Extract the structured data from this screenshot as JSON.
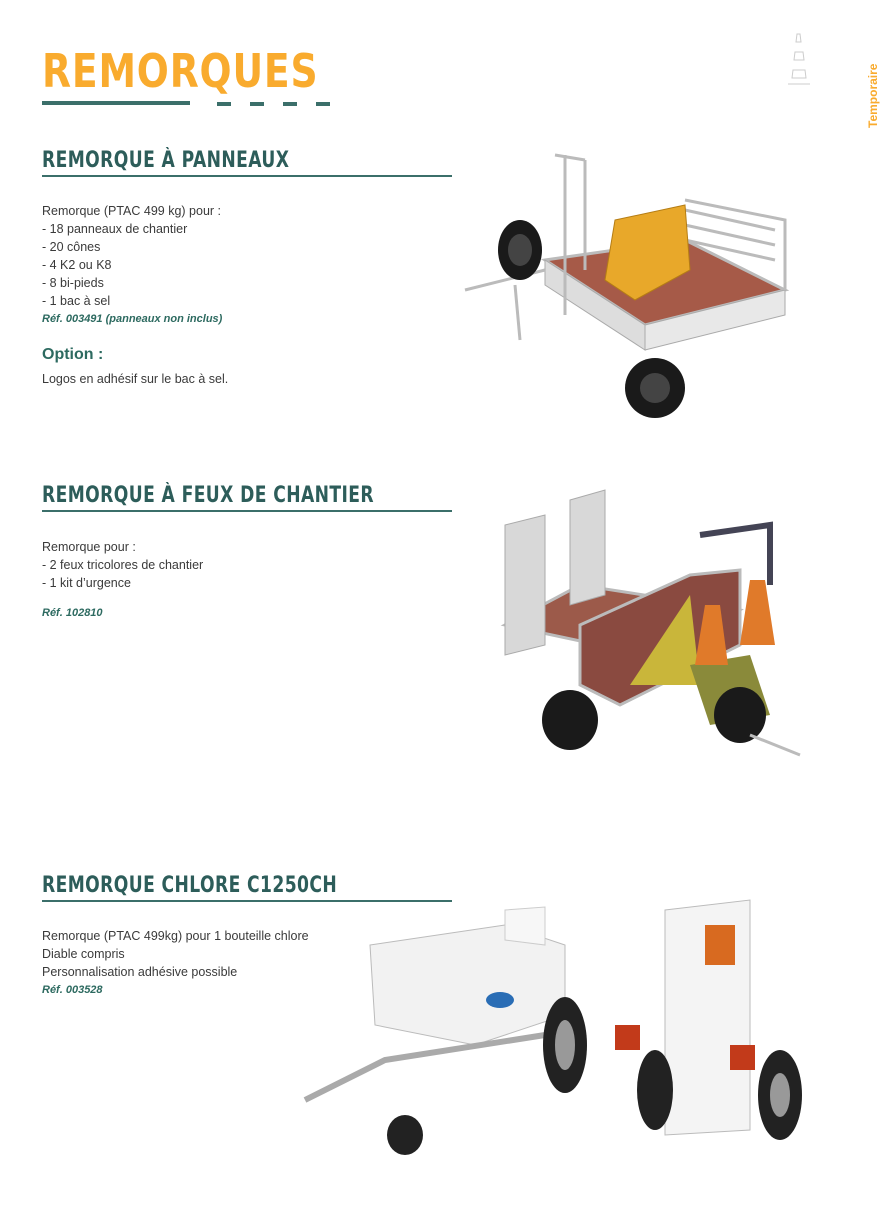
{
  "page": {
    "title": "REMORQUES",
    "side_label": "Temporaire"
  },
  "sections": [
    {
      "heading": "REMORQUE À PANNEAUX",
      "lines": [
        "Remorque (PTAC 499 kg) pour :",
        "- 18 panneaux de chantier",
        "- 20 cônes",
        "- 4 K2 ou K8",
        "- 8 bi-pieds",
        "- 1 bac à sel"
      ],
      "ref": "Réf. 003491 (panneaux non inclus)",
      "option_title": "Option :",
      "option_text": "Logos en adhésif sur le bac à sel."
    },
    {
      "heading": "REMORQUE À FEUX DE CHANTIER",
      "lines": [
        "Remorque pour :",
        "- 2 feux tricolores de chantier",
        "- 1 kit d’urgence"
      ],
      "ref": "Réf. 102810"
    },
    {
      "heading": "REMORQUE CHLORE C1250CH",
      "lines": [
        "Remorque (PTAC 499kg) pour 1 bouteille chlore",
        "Diable compris",
        "Personnalisation adhésive possible"
      ],
      "ref": "Réf. 003528"
    }
  ],
  "colors": {
    "accent": "#f9ab2e",
    "teal": "#3b6f6a"
  }
}
